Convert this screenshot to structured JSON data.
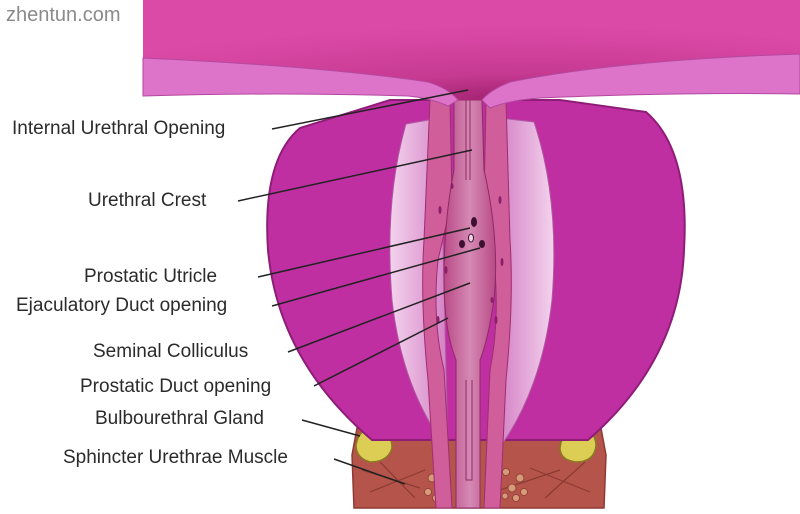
{
  "watermark": "zhentun.com",
  "labels": {
    "internal_urethral_opening": "Internal Urethral Opening",
    "urethral_crest": "Urethral Crest",
    "prostatic_utricle": "Prostatic Utricle",
    "ejaculatory_duct_opening": "Ejaculatory Duct opening",
    "seminal_colliculus": "Seminal Colliculus",
    "prostatic_duct_opening": "Prostatic Duct opening",
    "bulbourethral_gland": "Bulbourethral Gland",
    "sphincter_urethrae_muscle": "Sphincter Urethrae Muscle"
  },
  "colors": {
    "bladder": "#cf3c9b",
    "bladder_wall": "#dd74c9",
    "prostate": "#bf2fa2",
    "inner_capsule": "#e7a8dc",
    "urethra": "#c45a8d",
    "gland": "#d8c84a",
    "muscle": "#b5544b"
  }
}
